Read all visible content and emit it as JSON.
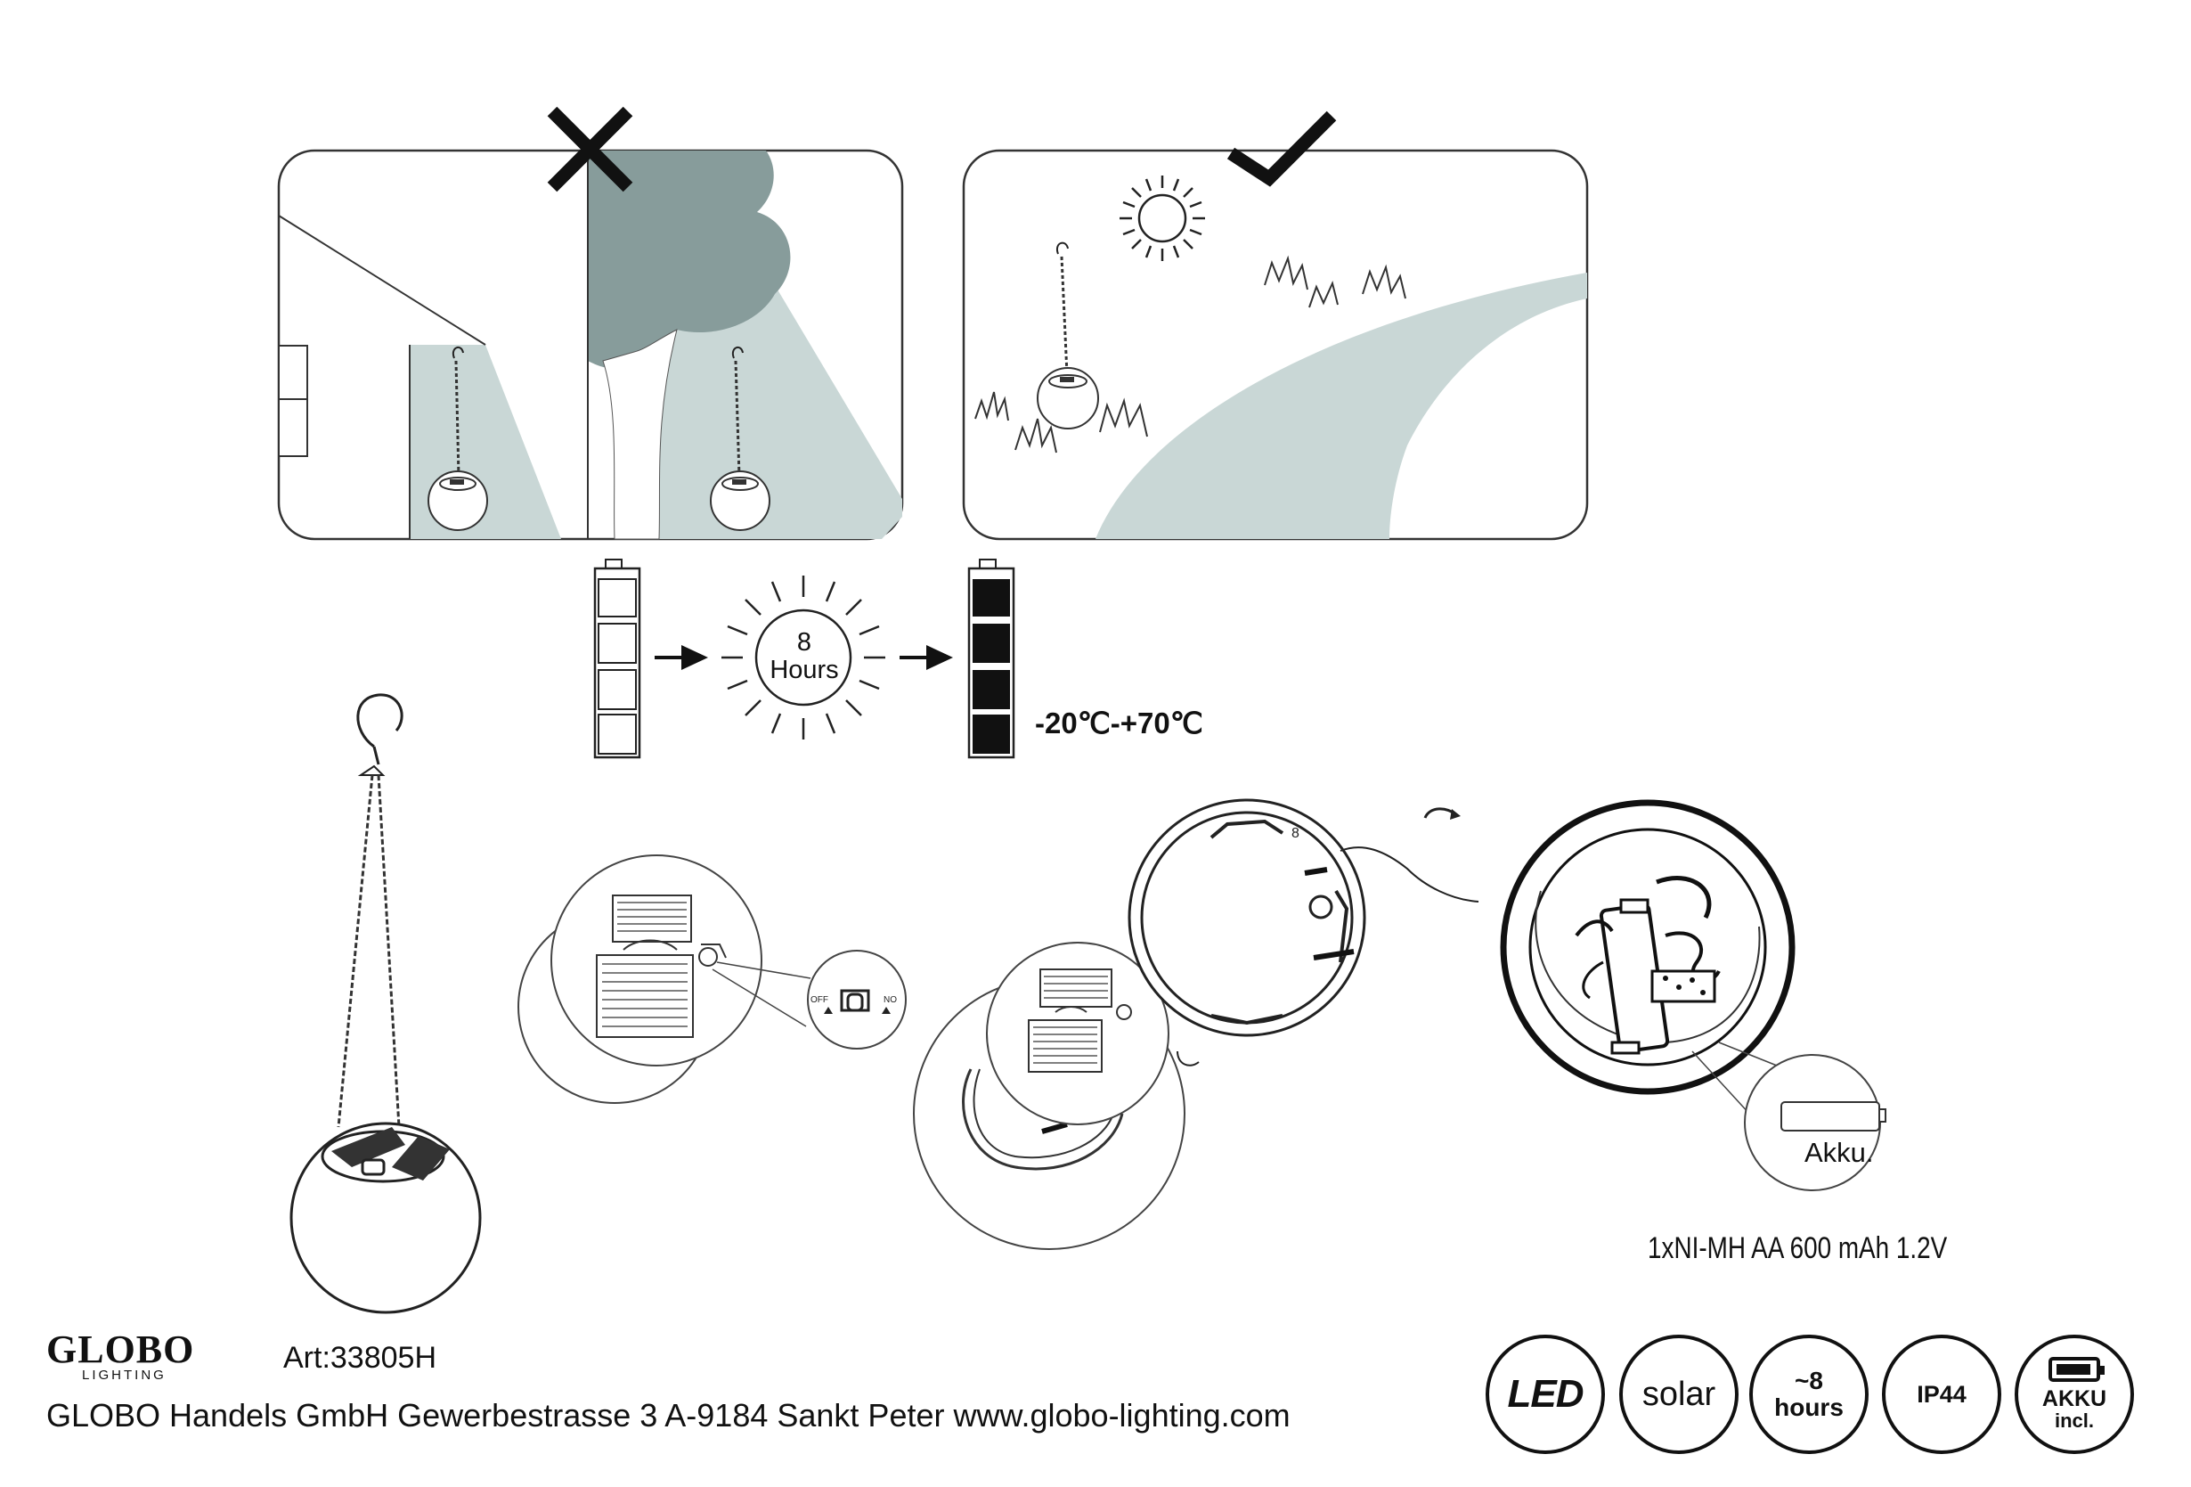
{
  "brand": {
    "logo_text": "GLOBO",
    "logo_subtext": "LIGHTING",
    "article": "Art:33805H",
    "company_line": "GLOBO Handels GmbH  Gewerbestrasse 3  A-9184 Sankt Peter www.globo-lighting.com"
  },
  "charging": {
    "sun_label_number": "8",
    "sun_label_unit": "Hours",
    "temperature_range": "-20℃-+70℃"
  },
  "battery": {
    "callout_label": "Akku.",
    "spec": "1xNI-MH AA 600 mAh 1.2V"
  },
  "features": [
    {
      "label": "LED"
    },
    {
      "label": "solar"
    },
    {
      "line1": "~8",
      "line2": "hours"
    },
    {
      "label": "IP44"
    },
    {
      "line1": "AKKU",
      "line2": "incl."
    }
  ],
  "panel_labels": {
    "switch_off": "OFF",
    "switch_on": "NO"
  },
  "colors": {
    "shade_light": "#c9d7d6",
    "tree_dark": "#879c9b",
    "line": "#222222"
  },
  "icons": [
    "cross-mark-icon",
    "check-mark-icon",
    "sun-icon",
    "battery-empty-icon",
    "battery-full-icon",
    "arrow-right-icon",
    "rotate-arrow-icon"
  ]
}
